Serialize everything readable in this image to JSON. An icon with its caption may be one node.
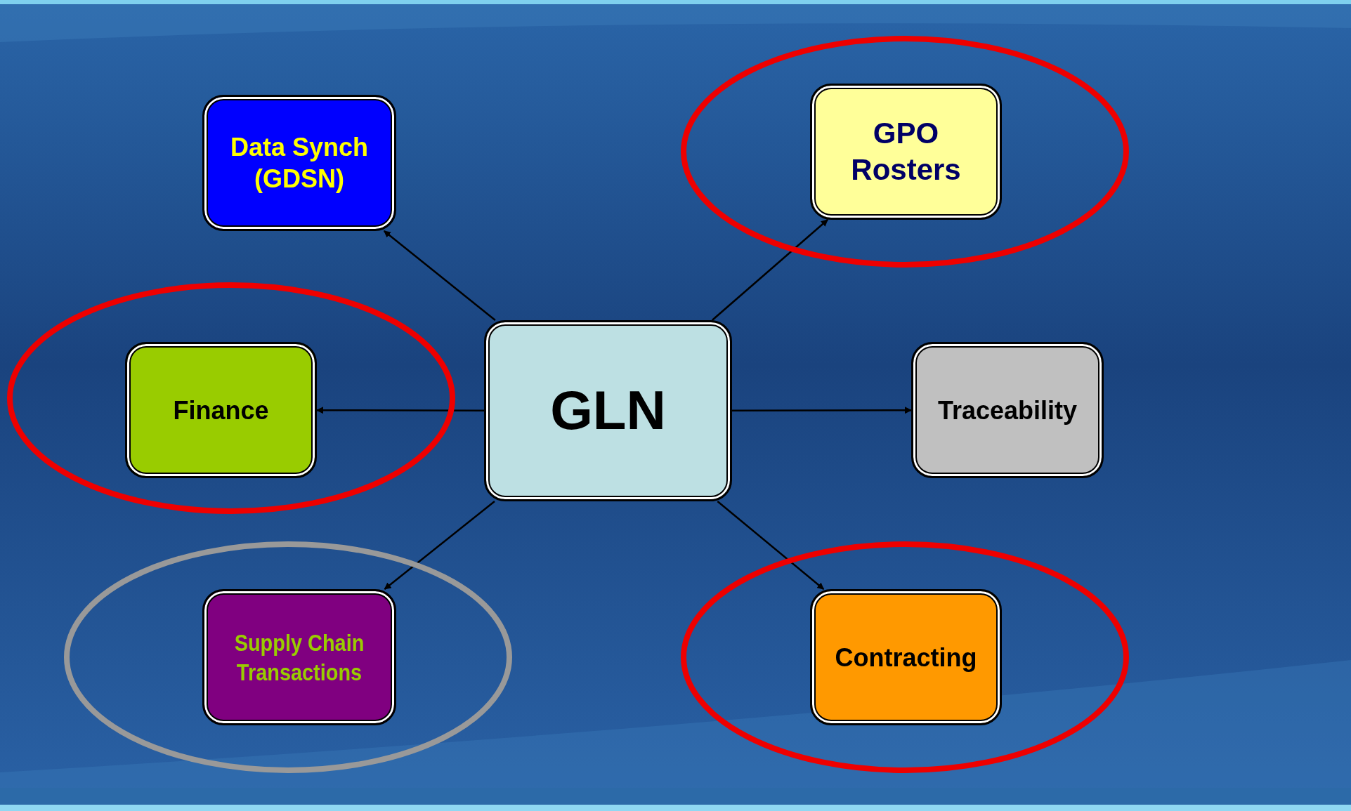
{
  "diagram": {
    "nodes": [
      {
        "text": [
          "Data Synch (GDSN)"
        ]
      },
      {
        "text": [
          "GPO Rosters"
        ]
      },
      {
        "text": [
          "Finance"
        ]
      },
      {
        "text": [
          "GLN"
        ]
      },
      {
        "text": [
          "Traceability"
        ]
      },
      {
        "text": [
          "Supply Chain Transactions"
        ]
      },
      {
        "text": [
          "Contracting"
        ]
      }
    ],
    "edges": [
      {
        "from": 3,
        "to": 0,
        "arrow": "to"
      },
      {
        "from": 3,
        "to": 1,
        "arrow": "to"
      },
      {
        "from": 3,
        "to": 2,
        "arrow": "to"
      },
      {
        "from": 3,
        "to": 4,
        "arrow": "to"
      },
      {
        "from": 3,
        "to": 5,
        "arrow": "to"
      },
      {
        "from": 3,
        "to": 6,
        "arrow": "to"
      }
    ]
  }
}
